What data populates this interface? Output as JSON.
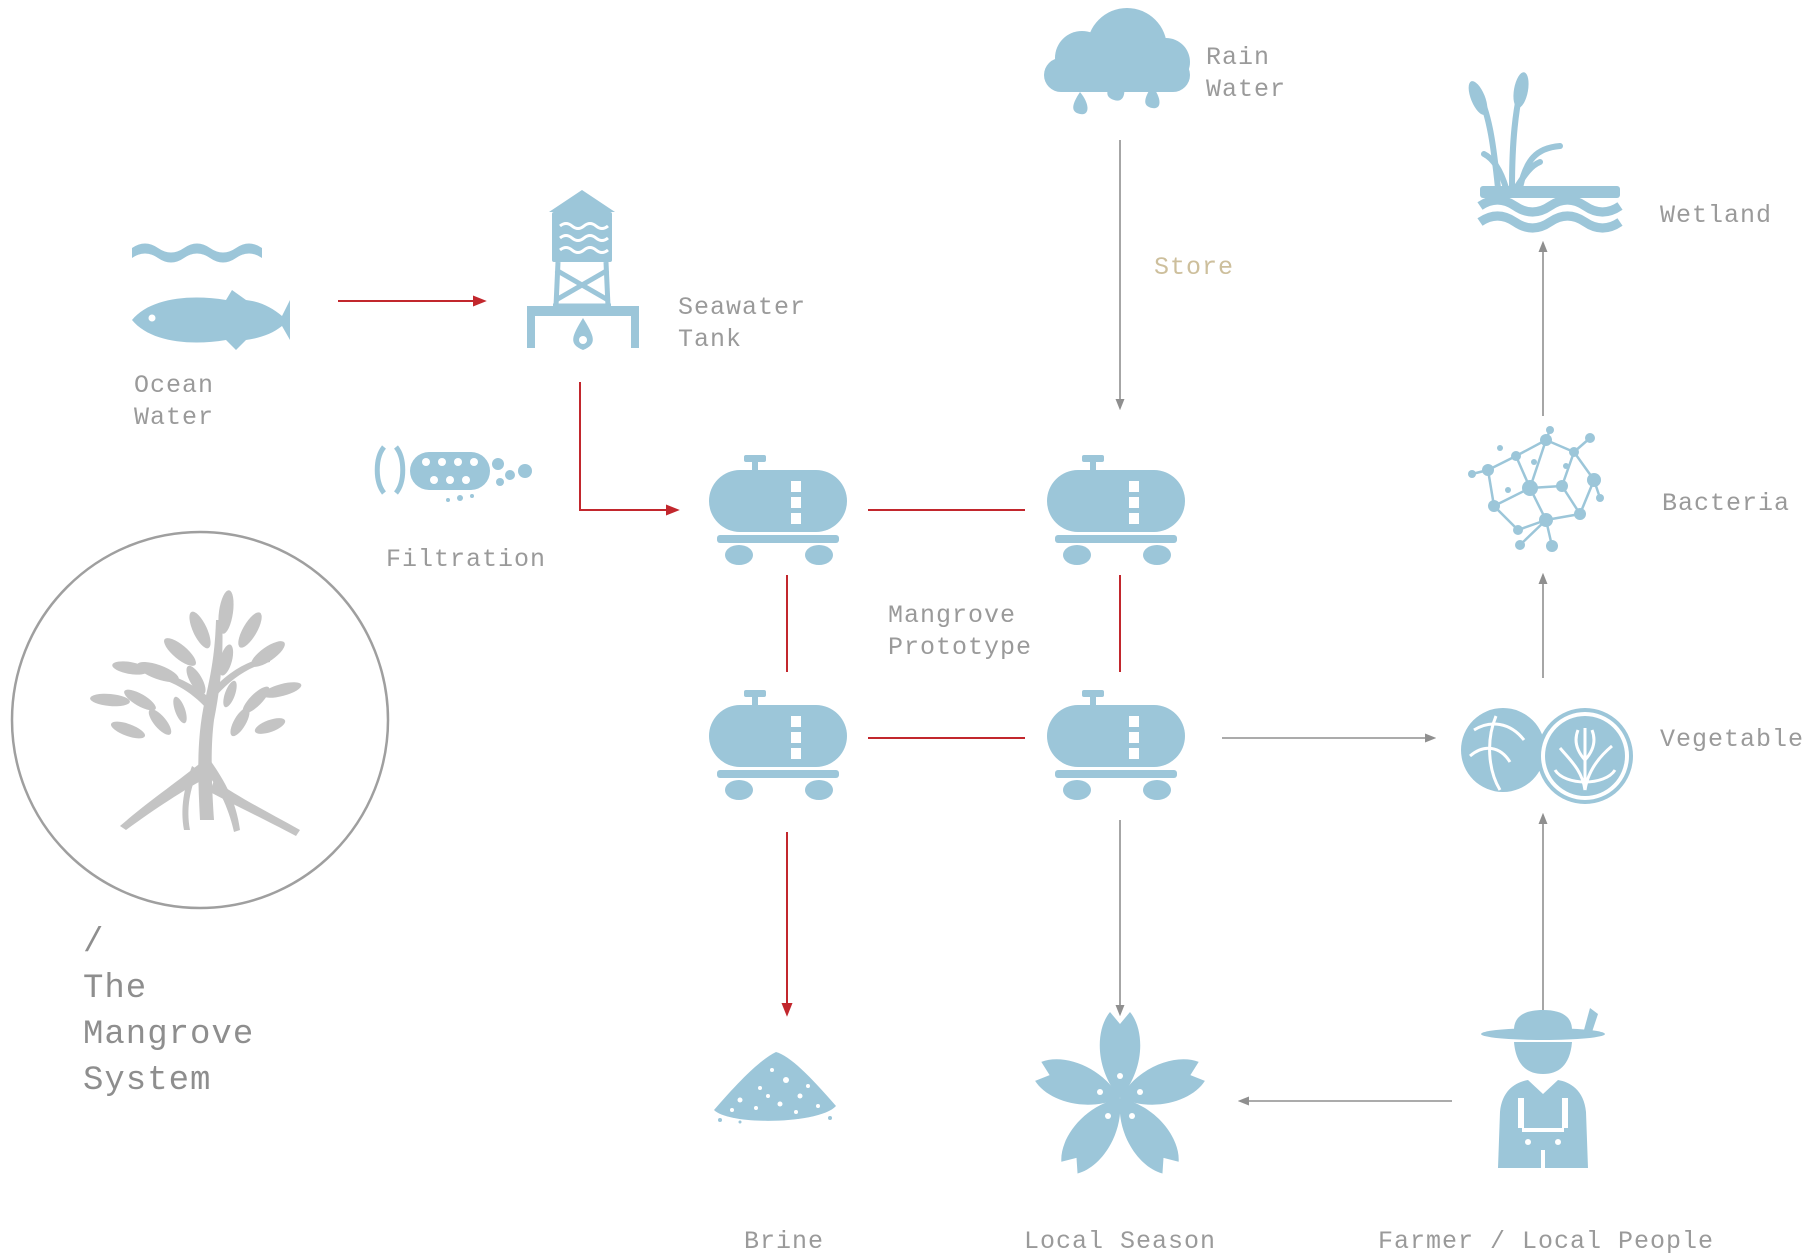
{
  "colors": {
    "icon": "#9cc6d9",
    "flow_red": "#c2272d",
    "flow_gray": "#8f8f8f",
    "text": "#9a9a9a",
    "store": "#cdbf9c",
    "tree": "#c4c4c4"
  },
  "labels": {
    "rain_water": [
      "Rain",
      "Water"
    ],
    "wetland": "Wetland",
    "store": "Store",
    "seawater_tank": [
      "Seawater",
      "Tank"
    ],
    "ocean_water": [
      "Ocean",
      "Water"
    ],
    "filtration": "Filtration",
    "bacteria": "Bacteria",
    "mangrove_prototype": [
      "Mangrove",
      "Prototype"
    ],
    "vegetable": "Vegetable",
    "brine": "Brine",
    "local_season": "Local Season",
    "farmer_local_people": "Farmer / Local People"
  },
  "title": {
    "slash": "/",
    "line1": "The",
    "line2": "Mangrove",
    "line3": "System"
  },
  "icons": [
    "cloud-rain-icon",
    "wetland-reeds-icon",
    "water-tower-icon",
    "ocean-fish-icon",
    "filtration-icon",
    "tanker-icon",
    "tanker-icon",
    "tanker-icon",
    "tanker-icon",
    "bacteria-icon",
    "cabbage-icon",
    "salt-pile-icon",
    "sakura-flower-icon",
    "farmer-icon",
    "mangrove-tree-icon"
  ]
}
